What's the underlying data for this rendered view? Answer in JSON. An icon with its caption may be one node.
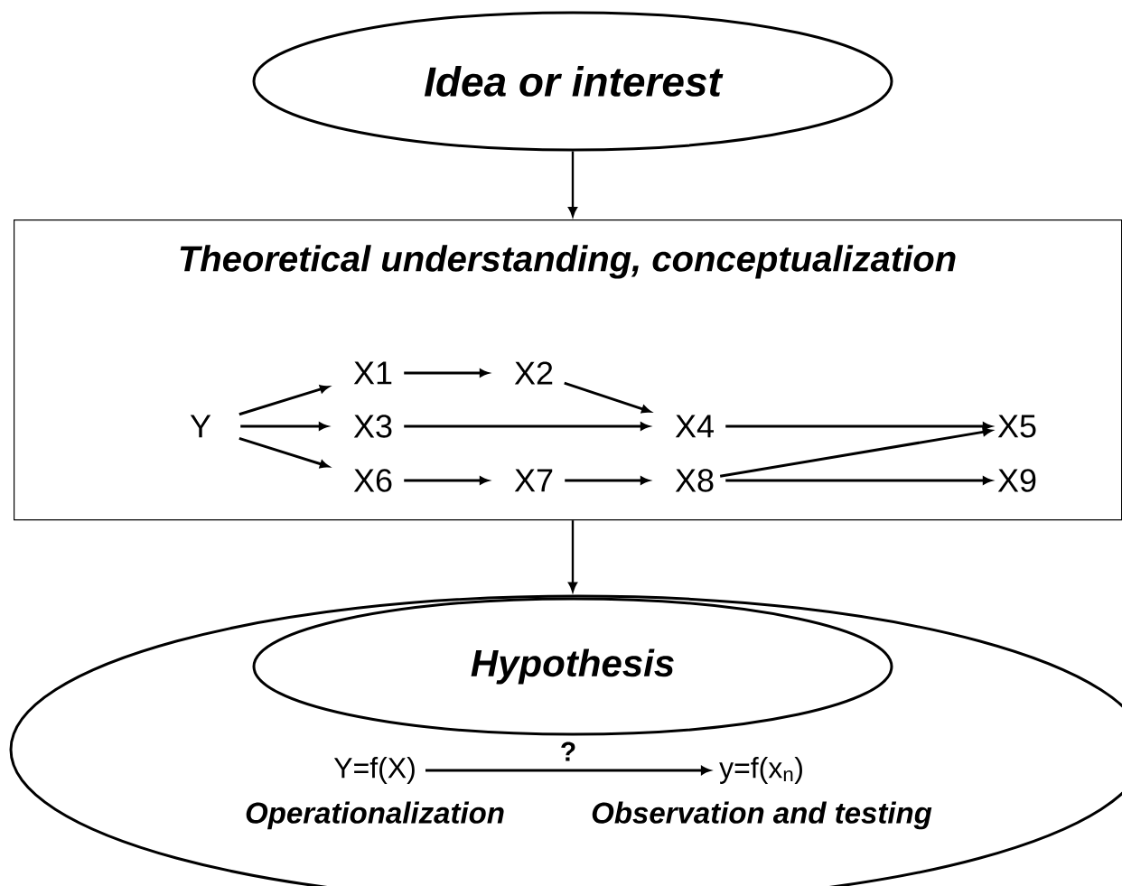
{
  "diagram": {
    "nodes": [
      {
        "text": [
          "Idea or interest"
        ]
      },
      {
        "text": [
          "Theoretical understanding, conceptualization"
        ]
      },
      {
        "text": [
          "Y"
        ],
        "in": 1
      },
      {
        "text": [
          "X1"
        ],
        "in": 1
      },
      {
        "text": [
          "X2"
        ],
        "in": 1
      },
      {
        "text": [
          "X3"
        ],
        "in": 1
      },
      {
        "text": [
          "X4"
        ],
        "in": 1
      },
      {
        "text": [
          "X5"
        ],
        "in": 1
      },
      {
        "text": [
          "X6"
        ],
        "in": 1
      },
      {
        "text": [
          "X7"
        ],
        "in": 1
      },
      {
        "text": [
          "X8"
        ],
        "in": 1
      },
      {
        "text": [
          "X9"
        ],
        "in": 1
      },
      {
        "text": [],
        "shape": "ellipse"
      },
      {
        "text": [
          "Hypothesis"
        ],
        "in": 12
      },
      {
        "text": [
          "Y=f(X)"
        ],
        "in": 12,
        "beside": [
          "Operationalization"
        ]
      },
      {
        "text": [
          "y=f(x$_{n}$)"
        ],
        "in": 12,
        "beside": [
          "Observation and testing"
        ]
      }
    ],
    "edges": [
      {
        "from": 0,
        "to": 1,
        "arrow": "to"
      },
      {
        "from": 1,
        "to": 12,
        "arrow": "to"
      },
      {
        "from": 2,
        "to": 3,
        "arrow": "to"
      },
      {
        "from": 2,
        "to": 5,
        "arrow": "to"
      },
      {
        "from": 2,
        "to": 8,
        "arrow": "to"
      },
      {
        "from": 3,
        "to": 4,
        "arrow": "to"
      },
      {
        "from": 4,
        "to": 6,
        "arrow": "to"
      },
      {
        "from": 5,
        "to": 6,
        "arrow": "to"
      },
      {
        "from": 8,
        "to": 9,
        "arrow": "to"
      },
      {
        "from": 9,
        "to": 10,
        "arrow": "to"
      },
      {
        "from": 6,
        "to": 7,
        "arrow": "to"
      },
      {
        "from": 10,
        "to": 7,
        "arrow": "to"
      },
      {
        "from": 10,
        "to": 11,
        "arrow": "to"
      },
      {
        "from": 14,
        "to": 15,
        "arrow": "to",
        "label": "?"
      }
    ]
  }
}
